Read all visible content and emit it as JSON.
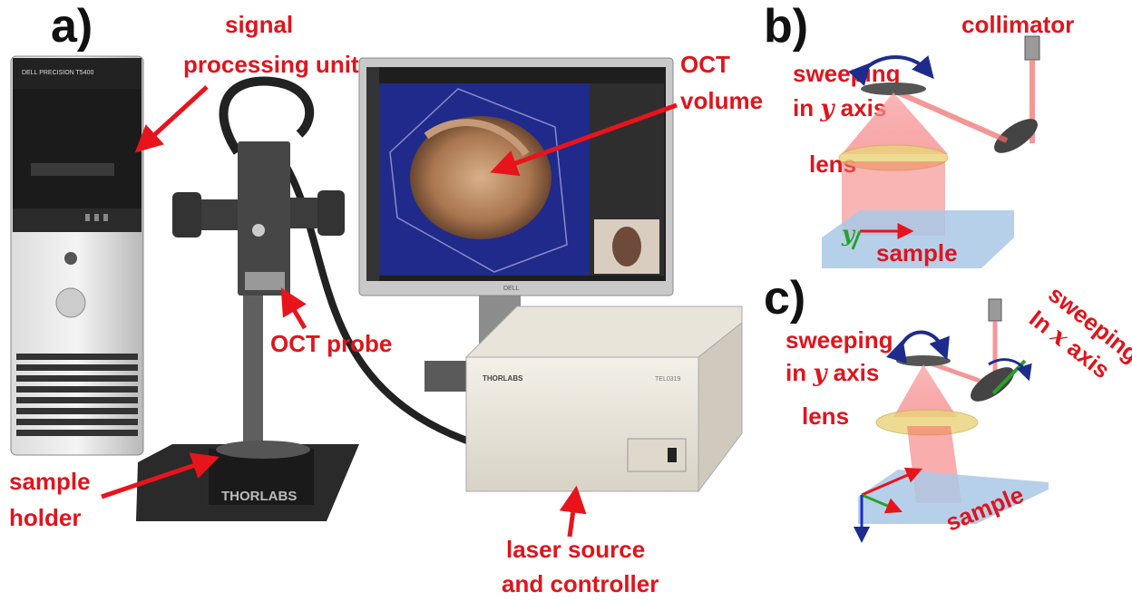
{
  "panels": {
    "a": "a)",
    "b": "b)",
    "c": "c)"
  },
  "labels_a": {
    "signal_1": "signal",
    "signal_2": "processing unit",
    "oct_volume_1": "OCT",
    "oct_volume_2": "volume",
    "oct_probe": "OCT probe",
    "sample_holder_1": "sample",
    "sample_holder_2": "holder",
    "laser_1": "laser source",
    "laser_2": "and controller"
  },
  "labels_b": {
    "collimator": "collimator",
    "sweeping": "sweeping",
    "in_y_pre": "in ",
    "in_y_var": "y",
    "in_y_post": " axis",
    "lens": "lens",
    "y_axis": "y",
    "sample": "sample"
  },
  "labels_c": {
    "sweeping_y": "sweeping",
    "in_y_pre": "in ",
    "in_y_var": "y",
    "in_y_post": " axis",
    "sweeping_x": "sweeping",
    "in_x_pre": "In ",
    "in_x_var": "x",
    "in_x_post": " axis",
    "lens": "lens",
    "sample": "sample"
  },
  "equipment_text": {
    "tower_brand": "DELL PRECISION T5400",
    "thorlabs_base": "THORLABS",
    "thorlabs_box": "THORLABS",
    "box_model": "TEL0319",
    "monitor_brand": "DELL"
  },
  "colors": {
    "label": "#e0141c",
    "arrow": "#e8141c",
    "beam": "#f26b6b",
    "lens": "#e9d37a",
    "sample_plate": "#aac8e6"
  }
}
